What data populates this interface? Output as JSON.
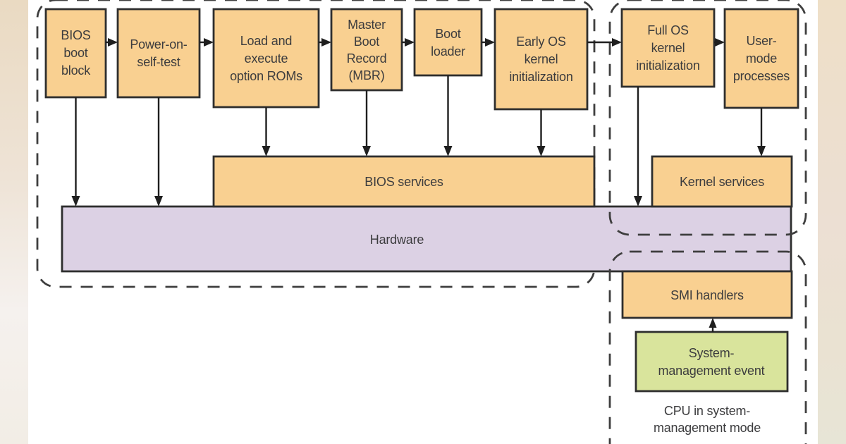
{
  "colors": {
    "box_fill": "#F9D091",
    "box_border": "#2E2E2E",
    "hardware_fill": "#DCD1E4",
    "event_fill": "#D9E49C",
    "dash_color": "#3E3E3E",
    "arrow_color": "#1F1F1F",
    "text_color": "#3C3C3E",
    "strip_beige": "#EADAC2"
  },
  "diagram": {
    "flow_boxes": [
      {
        "id": "bios-boot-block",
        "lines": [
          "BIOS",
          "boot",
          "block"
        ]
      },
      {
        "id": "power-on-self-test",
        "lines": [
          "Power-on-",
          "self-test"
        ]
      },
      {
        "id": "option-roms",
        "lines": [
          "Load and",
          "execute",
          "option ROMs"
        ]
      },
      {
        "id": "mbr",
        "lines": [
          "Master",
          "Boot",
          "Record",
          "(MBR)"
        ]
      },
      {
        "id": "boot-loader",
        "lines": [
          "Boot",
          "loader"
        ]
      },
      {
        "id": "early-os-kernel",
        "lines": [
          "Early OS",
          "kernel",
          "initialization"
        ]
      },
      {
        "id": "full-os-kernel",
        "lines": [
          "Full OS",
          "kernel",
          "initialization"
        ]
      },
      {
        "id": "user-mode",
        "lines": [
          "User-",
          "mode",
          "processes"
        ]
      }
    ],
    "service_boxes": {
      "bios_services": {
        "label": "BIOS services"
      },
      "kernel_services": {
        "label": "Kernel services"
      },
      "hardware": {
        "label": "Hardware"
      },
      "smi_handlers": {
        "label": "SMI handlers"
      },
      "system_management_event": {
        "lines": [
          "System-",
          "management event"
        ]
      }
    },
    "captions": {
      "cpu_mode": {
        "lines": [
          "CPU in system-",
          "management mode"
        ]
      }
    }
  }
}
